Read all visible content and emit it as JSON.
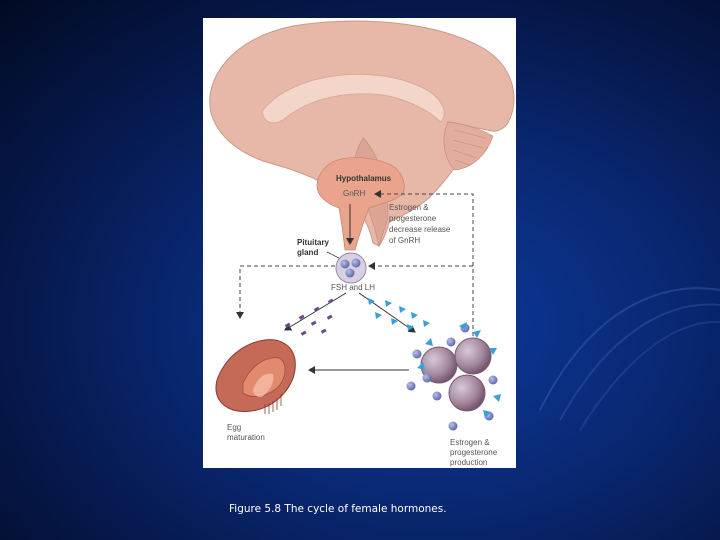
{
  "caption": "Figure 5.8 The cycle of female hormones.",
  "labels": {
    "hypothalamus": "Hypothalamus",
    "gnrh": "GnRH",
    "feedback": [
      "Estrogen &",
      "progesterone",
      "decrease release",
      "of GnRH"
    ],
    "pituitary": [
      "Pituitary",
      "gland"
    ],
    "fsh_lh": "FSH and LH",
    "egg": [
      "Egg",
      "maturation"
    ],
    "ovary_out": [
      "Estrogen &",
      "progesterone",
      "production"
    ]
  },
  "colors": {
    "brain": "#e7b8a8",
    "hypothalamus": "#eaa48c",
    "follicle": "#a58aa0",
    "hormone_dot": "#7e88c0",
    "fsh_marker": "#6a4a8a",
    "estrogen_marker": "#3aa0d8",
    "uterus": "#b55c4a"
  }
}
